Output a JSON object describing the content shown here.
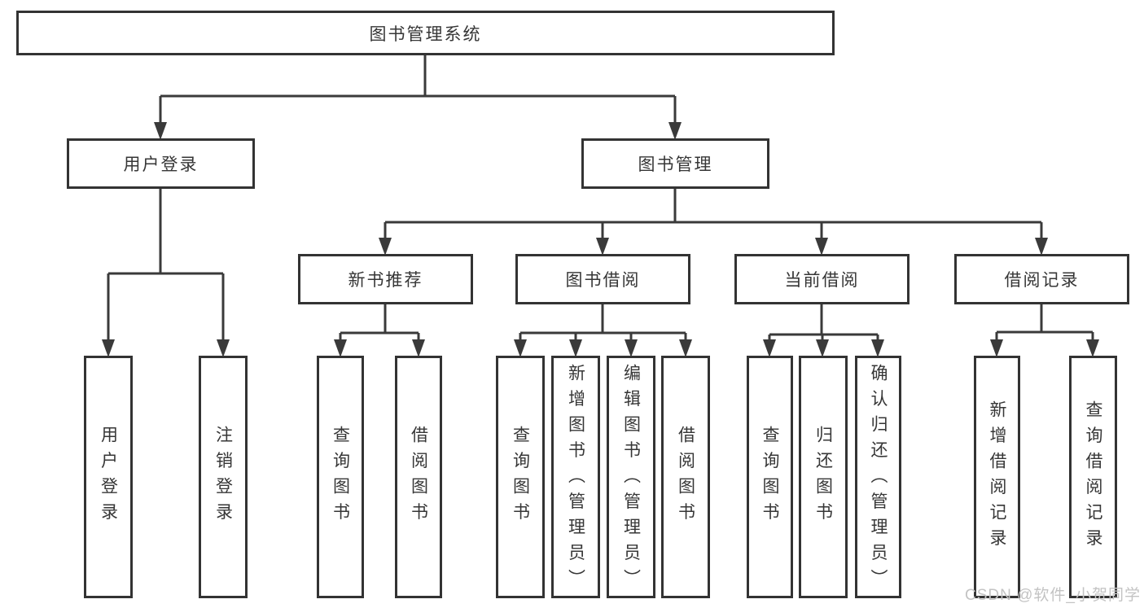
{
  "diagram": {
    "tree": {
      "label": "图书管理系统",
      "children": [
        {
          "label": "用户登录",
          "children": [
            {
              "label": "用户登录"
            },
            {
              "label": "注销登录"
            }
          ]
        },
        {
          "label": "图书管理",
          "children": [
            {
              "label": "新书推荐",
              "children": [
                {
                  "label": "查询图书"
                },
                {
                  "label": "借阅图书"
                }
              ]
            },
            {
              "label": "图书借阅",
              "children": [
                {
                  "label": "查询图书"
                },
                {
                  "label": "新增图书（管理员）"
                },
                {
                  "label": "编辑图书（管理员）"
                },
                {
                  "label": "借阅图书"
                }
              ]
            },
            {
              "label": "当前借阅",
              "children": [
                {
                  "label": "查询图书"
                },
                {
                  "label": "归还图书"
                },
                {
                  "label": "确认归还（管理员）"
                }
              ]
            },
            {
              "label": "借阅记录",
              "children": [
                {
                  "label": "新增借阅记录"
                },
                {
                  "label": "查询借阅记录"
                }
              ]
            }
          ]
        }
      ]
    },
    "watermark": {
      "text": "CSDN @软件_小贺同学"
    },
    "colors": {
      "line": "#3a3a3a",
      "border": "#333333",
      "text": "#363636",
      "background": "#ffffff",
      "watermark": "#c3c3c3"
    }
  }
}
